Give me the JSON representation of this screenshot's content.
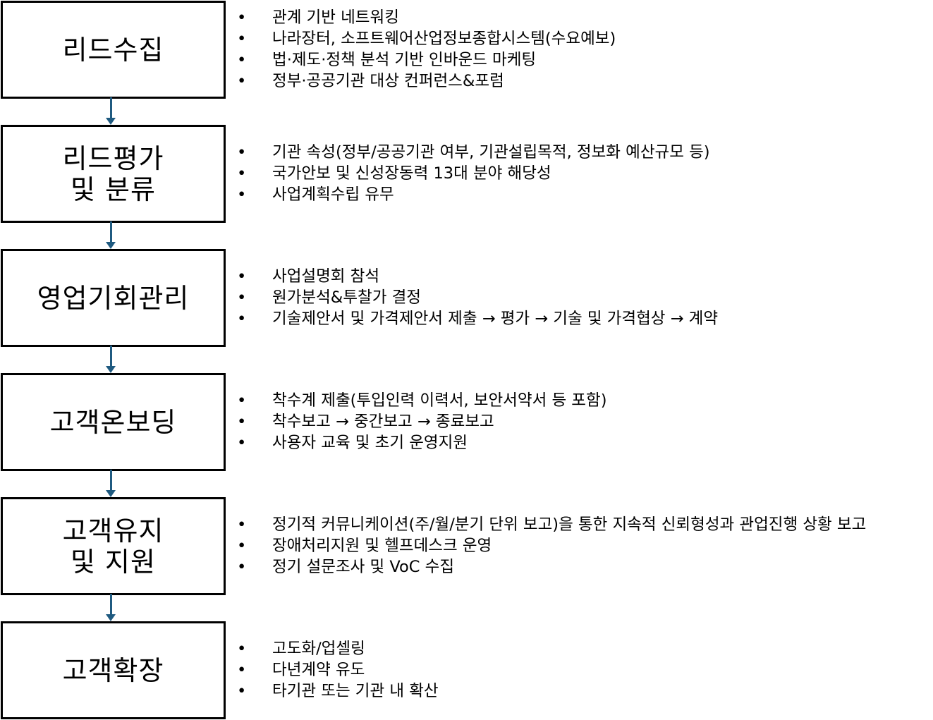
{
  "stages": [
    {
      "title": "리드수집",
      "bullets": [
        "관계 기반 네트워킹",
        "나라장터, 소프트웨어산업정보종합시스템(수요예보)",
        "법·제도·정책 분석 기반 인바운드 마케팅",
        "정부·공공기관 대상 컨퍼런스&포럼"
      ]
    },
    {
      "title": "리드평가\n및 분류",
      "bullets": [
        "기관 속성(정부/공공기관 여부, 기관설립목적, 정보화 예산규모 등)",
        "국가안보 및 신성장동력 13대 분야 해당성",
        "사업계획수립 유무"
      ]
    },
    {
      "title": "영업기회관리",
      "bullets": [
        "사업설명회 참석",
        "원가분석&투찰가 결정",
        "기술제안서 및 가격제안서 제출 → 평가 → 기술 및 가격협상 → 계약"
      ]
    },
    {
      "title": "고객온보딩",
      "bullets": [
        "착수계 제출(투입인력 이력서, 보안서약서 등 포함)",
        "착수보고 → 중간보고 → 종료보고",
        "사용자 교육 및 초기 운영지원"
      ]
    },
    {
      "title": "고객유지\n및 지원",
      "bullets": [
        "정기적 커뮤니케이션(주/월/분기 단위 보고)을 통한 지속적 신뢰형성과 관업진행 상황 보고",
        "장애처리지원 및 헬프데스크 운영",
        "정기 설문조사 및 VoC 수집"
      ]
    },
    {
      "title": "고객확장",
      "bullets": [
        "고도화/업셀링",
        "다년계약 유도",
        "타기관 또는 기관 내 확산"
      ]
    }
  ],
  "bullet_glyph": "•",
  "colors": {
    "box_border": "#000000",
    "connector": "#1f5a80"
  }
}
